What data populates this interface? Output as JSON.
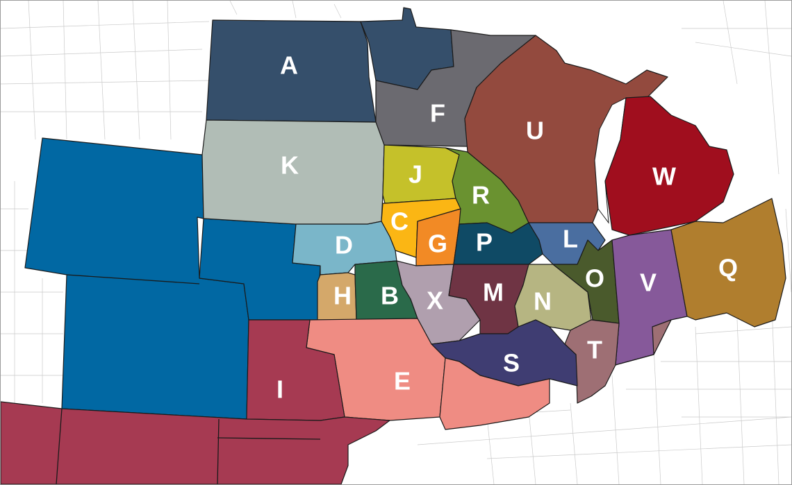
{
  "regions": [
    {
      "id": "A",
      "label": "A",
      "color": "#354f6b"
    },
    {
      "id": "B",
      "label": "B",
      "color": "#2a6a4a"
    },
    {
      "id": "C",
      "label": "C",
      "color": "#fbb614"
    },
    {
      "id": "D",
      "label": "D",
      "color": "#7ab6c9"
    },
    {
      "id": "E",
      "label": "E",
      "color": "#ef8c83"
    },
    {
      "id": "F",
      "label": "F",
      "color": "#6b6a70"
    },
    {
      "id": "G",
      "label": "G",
      "color": "#f28a25"
    },
    {
      "id": "H",
      "label": "H",
      "color": "#d4a86a"
    },
    {
      "id": "I",
      "label": "I",
      "color": "#a63a52"
    },
    {
      "id": "J",
      "label": "J",
      "color": "#c5c12a"
    },
    {
      "id": "K",
      "label": "K",
      "color": "#b1bdb6"
    },
    {
      "id": "L",
      "label": "L",
      "color": "#4a6ea0"
    },
    {
      "id": "M",
      "label": "M",
      "color": "#6f3444"
    },
    {
      "id": "N",
      "label": "N",
      "color": "#b6b582"
    },
    {
      "id": "O",
      "label": "O",
      "color": "#4a5a2c"
    },
    {
      "id": "P",
      "label": "P",
      "color": "#0f4a65"
    },
    {
      "id": "Q",
      "label": "Q",
      "color": "#b07e2e"
    },
    {
      "id": "R",
      "label": "R",
      "color": "#6a9230"
    },
    {
      "id": "S",
      "label": "S",
      "color": "#3f3d72"
    },
    {
      "id": "T",
      "label": "T",
      "color": "#9e6f74"
    },
    {
      "id": "U",
      "label": "U",
      "color": "#934a3e"
    },
    {
      "id": "V",
      "label": "V",
      "color": "#86599a"
    },
    {
      "id": "W",
      "label": "W",
      "color": "#a00e1e"
    },
    {
      "id": "X",
      "label": "X",
      "color": "#b09fae"
    },
    {
      "id": "CO",
      "label": "",
      "color": "#0168a3"
    }
  ]
}
